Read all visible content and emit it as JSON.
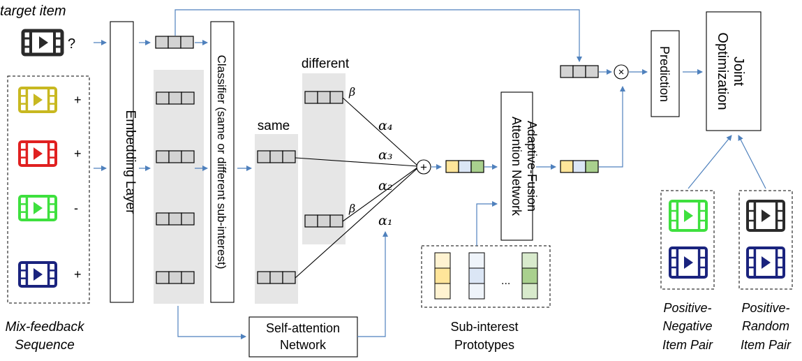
{
  "labels": {
    "target_item": "target item",
    "question": "?",
    "mix_feedback_1": "Mix-feedback",
    "mix_feedback_2": "Sequence",
    "embedding_layer": "Embedding Layer",
    "classifier": "Classifier (same or different sub-interest)",
    "different": "different",
    "same": "same",
    "self_attention_1": "Self-attention",
    "self_attention_2": "Network",
    "adaptive_1": "Adaptive-Fusion",
    "adaptive_2": "Attention Network",
    "sub_interest_1": "Sub-interest",
    "sub_interest_2": "Prototypes",
    "ellipsis": "...",
    "prediction": "Prediction",
    "joint_1": "Joint",
    "joint_2": "Optimization",
    "pos_neg_1": "Positive-",
    "pos_neg_2": "Negative",
    "pos_neg_3": "Item Pair",
    "pos_rand_1": "Positive-",
    "pos_rand_2": "Random",
    "pos_rand_3": "Item Pair",
    "beta_top": "β",
    "beta_bottom": "β",
    "alpha_4": "α₄",
    "alpha_3": "α₃",
    "alpha_2": "α₂",
    "alpha_1": "α₁",
    "plus_op": "+",
    "times_op": "×"
  },
  "sequence_items": [
    {
      "color": "#c8b820",
      "sign": "+",
      "icon": "video-icon"
    },
    {
      "color": "#e02020",
      "sign": "+",
      "icon": "video-icon"
    },
    {
      "color": "#3ee03e",
      "sign": "-",
      "icon": "video-icon"
    },
    {
      "color": "#1a237e",
      "sign": "+",
      "icon": "video-icon"
    }
  ],
  "colors": {
    "target": "#2a2a2a",
    "edge": "#4f81bd",
    "panel": "#e6e6e6",
    "cell": "#d3d3d3",
    "fused_cells": [
      "#ffe59a",
      "#dbe6f5",
      "#a9d08e"
    ],
    "prototypes": [
      "#ffe59a",
      "#dbe6f5",
      "#a9d08e"
    ],
    "pair_pos": "#3ee03e",
    "pair_neg": "#1a237e",
    "pair_rand": "#2a2a2a"
  }
}
